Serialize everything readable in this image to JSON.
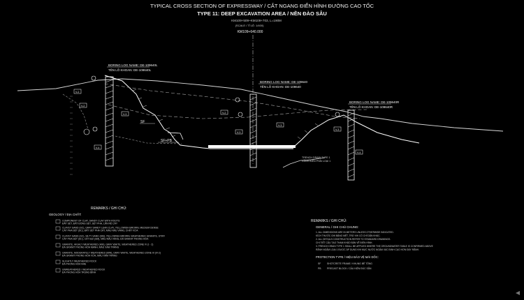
{
  "header": {
    "title_line1": "TYPICAL CROSS SECTION OF EXPRESSWAY / CẮT NGANG ĐIỂN HÌNH ĐƯỜNG CAO TỐC",
    "title_line2": "TYPE 11: DEEP EXCAVATION AREA / NỀN ĐÀO SÂU",
    "range_line": "KM109+509~KM109+703, L=190M",
    "scale_line": "(SCALE / TỈ LỆ: 1/400)",
    "station": "KM109+640.000"
  },
  "boreholes": [
    {
      "id": "left",
      "label_en": "BORING LOG NAME: DE-109640L",
      "label_vi": "TÊN LỖ KHOAN: DE-109640L"
    },
    {
      "id": "center",
      "label_en": "BORING LOG NAME: DE-109640",
      "label_vi": "TÊN LỖ KHOAN: DE-109640"
    },
    {
      "id": "right",
      "label_en": "BORING LOG NAME: DE-109640R",
      "label_vi": "TÊN LỖ KHOAN: DE-109640R"
    }
  ],
  "section_labels": {
    "sf": "SF",
    "sf_pb": "SF+PB",
    "trench_drain": "TRENCH DRAIN TYPE 1",
    "trench_drain_vi": "RÃNH BIÊN PHẢI LOẠI 1"
  },
  "layer_tags": [
    "V-2",
    "V-3",
    "V-4",
    "V-2",
    "V-3",
    "V-3",
    "V-4",
    "V-2",
    "V-3"
  ],
  "remarks_left": {
    "title": "REMARKS / GHI CHÚ:",
    "subtitle": "GEOLOGY / ĐỊA CHẤT:",
    "items": [
      {
        "code": "I-1",
        "text": "COMPONENT OF CLAY, SANDY CLAY WITH ROOTS",
        "vi": "ĐẤT SÉT, ĐẤT ĐỒNG SÉT, SÉT PHA, LẪN RỄ CÂY"
      },
      {
        "code": "I-2",
        "text": "CLAYEY SAND (SC), GRAY SANDY LEAN CLAY, YELLOWISH BROWN, MEDIUM DENSE",
        "vi": "CÁT PHA SÉT (SC), ĐẤT SÉT PHA CÁT, MÀU NÂU VÀNG, CHẶT VỪA"
      },
      {
        "code": "II",
        "text": "CLAYEY SAND (SC), SILTY SAND (SM), YELLOWISH BROWN, WEATHERED GRANITE, STIFF",
        "vi": "CÁT PHA SÉT (SC), CÁT BỤI (SM), MÀU NÂU VÀNG, ĐÁ GRANIT PHONG HÓA"
      },
      {
        "code": "III",
        "text": "GRANITE, HIGHLY WEATHERED (HW), GRAY WHITE, WEATHERED ZONE IV (I - 2)",
        "vi": "ĐÁ GRANIT PHONG HÓA MẠNH, MÀU XÁM TRẮNG"
      },
      {
        "code": "IV",
        "text": "GRANITE, MODERATELY WEATHERED (MW), GRAY WHITE, WEATHERED ZONE III (IV-2)",
        "vi": "ĐÁ GRANIT PHONG HÓA VỪA, MÀU XÁM TRẮNG"
      },
      {
        "code": "V-1",
        "text": "SLIGHTLY WEATHERED ROCK",
        "vi": "ĐÁ PHONG HÓA NHẸ"
      },
      {
        "code": "V-2",
        "text": "UNWEATHERED / WEATHERED ROCK",
        "vi": "ĐÁ PHONG HÓA TRUNG BÌNH"
      }
    ]
  },
  "remarks_right": {
    "title": "REMARKS / GHI CHÚ:",
    "subtitle": "GENERAL / GHI CHÚ CHUNG:",
    "items": [
      "1. ALL DIMENSIONS ARE IN METERS UNLESS OTHERWISE INDICATED.",
      "   KÍCH THƯỚC GHI BẰNG MÉT, TRỪ KHI CÓ CHỈ DẪN KHÁC.",
      "2. ALL DETAILS CONSTRUCTION REFER TO STANDARD DRAWINGS.",
      "   CHI TIẾT CẤU TẠO THAM KHẢO BẢN VẼ ĐIỂN HÌNH.",
      "3. FRENCH DRAIN TYPE 1 SHALL BE APPLIED WHERE THE GROUNDWATER TABLE IS CONFIRMED ABOVE",
      "   RÃNH NGẦM LOẠI 1 ĐƯỢC ÁP DỤNG KHI MỰC NƯỚC NGẦM XÁC ĐỊNH CAO HƠN ĐÁY RÃNH."
    ],
    "protection_title": "PROTECTION TYPE / HIỆU BẢO VỆ MÁI DỐC:",
    "protection": [
      {
        "code": "SF",
        "text": "SHOTCRETE FRAME / KHUNG BÊ TÔNG"
      },
      {
        "code": "PB",
        "text": "PRECAST BLOCK / CẤU KIỆN ĐÚC SẴN"
      }
    ]
  }
}
